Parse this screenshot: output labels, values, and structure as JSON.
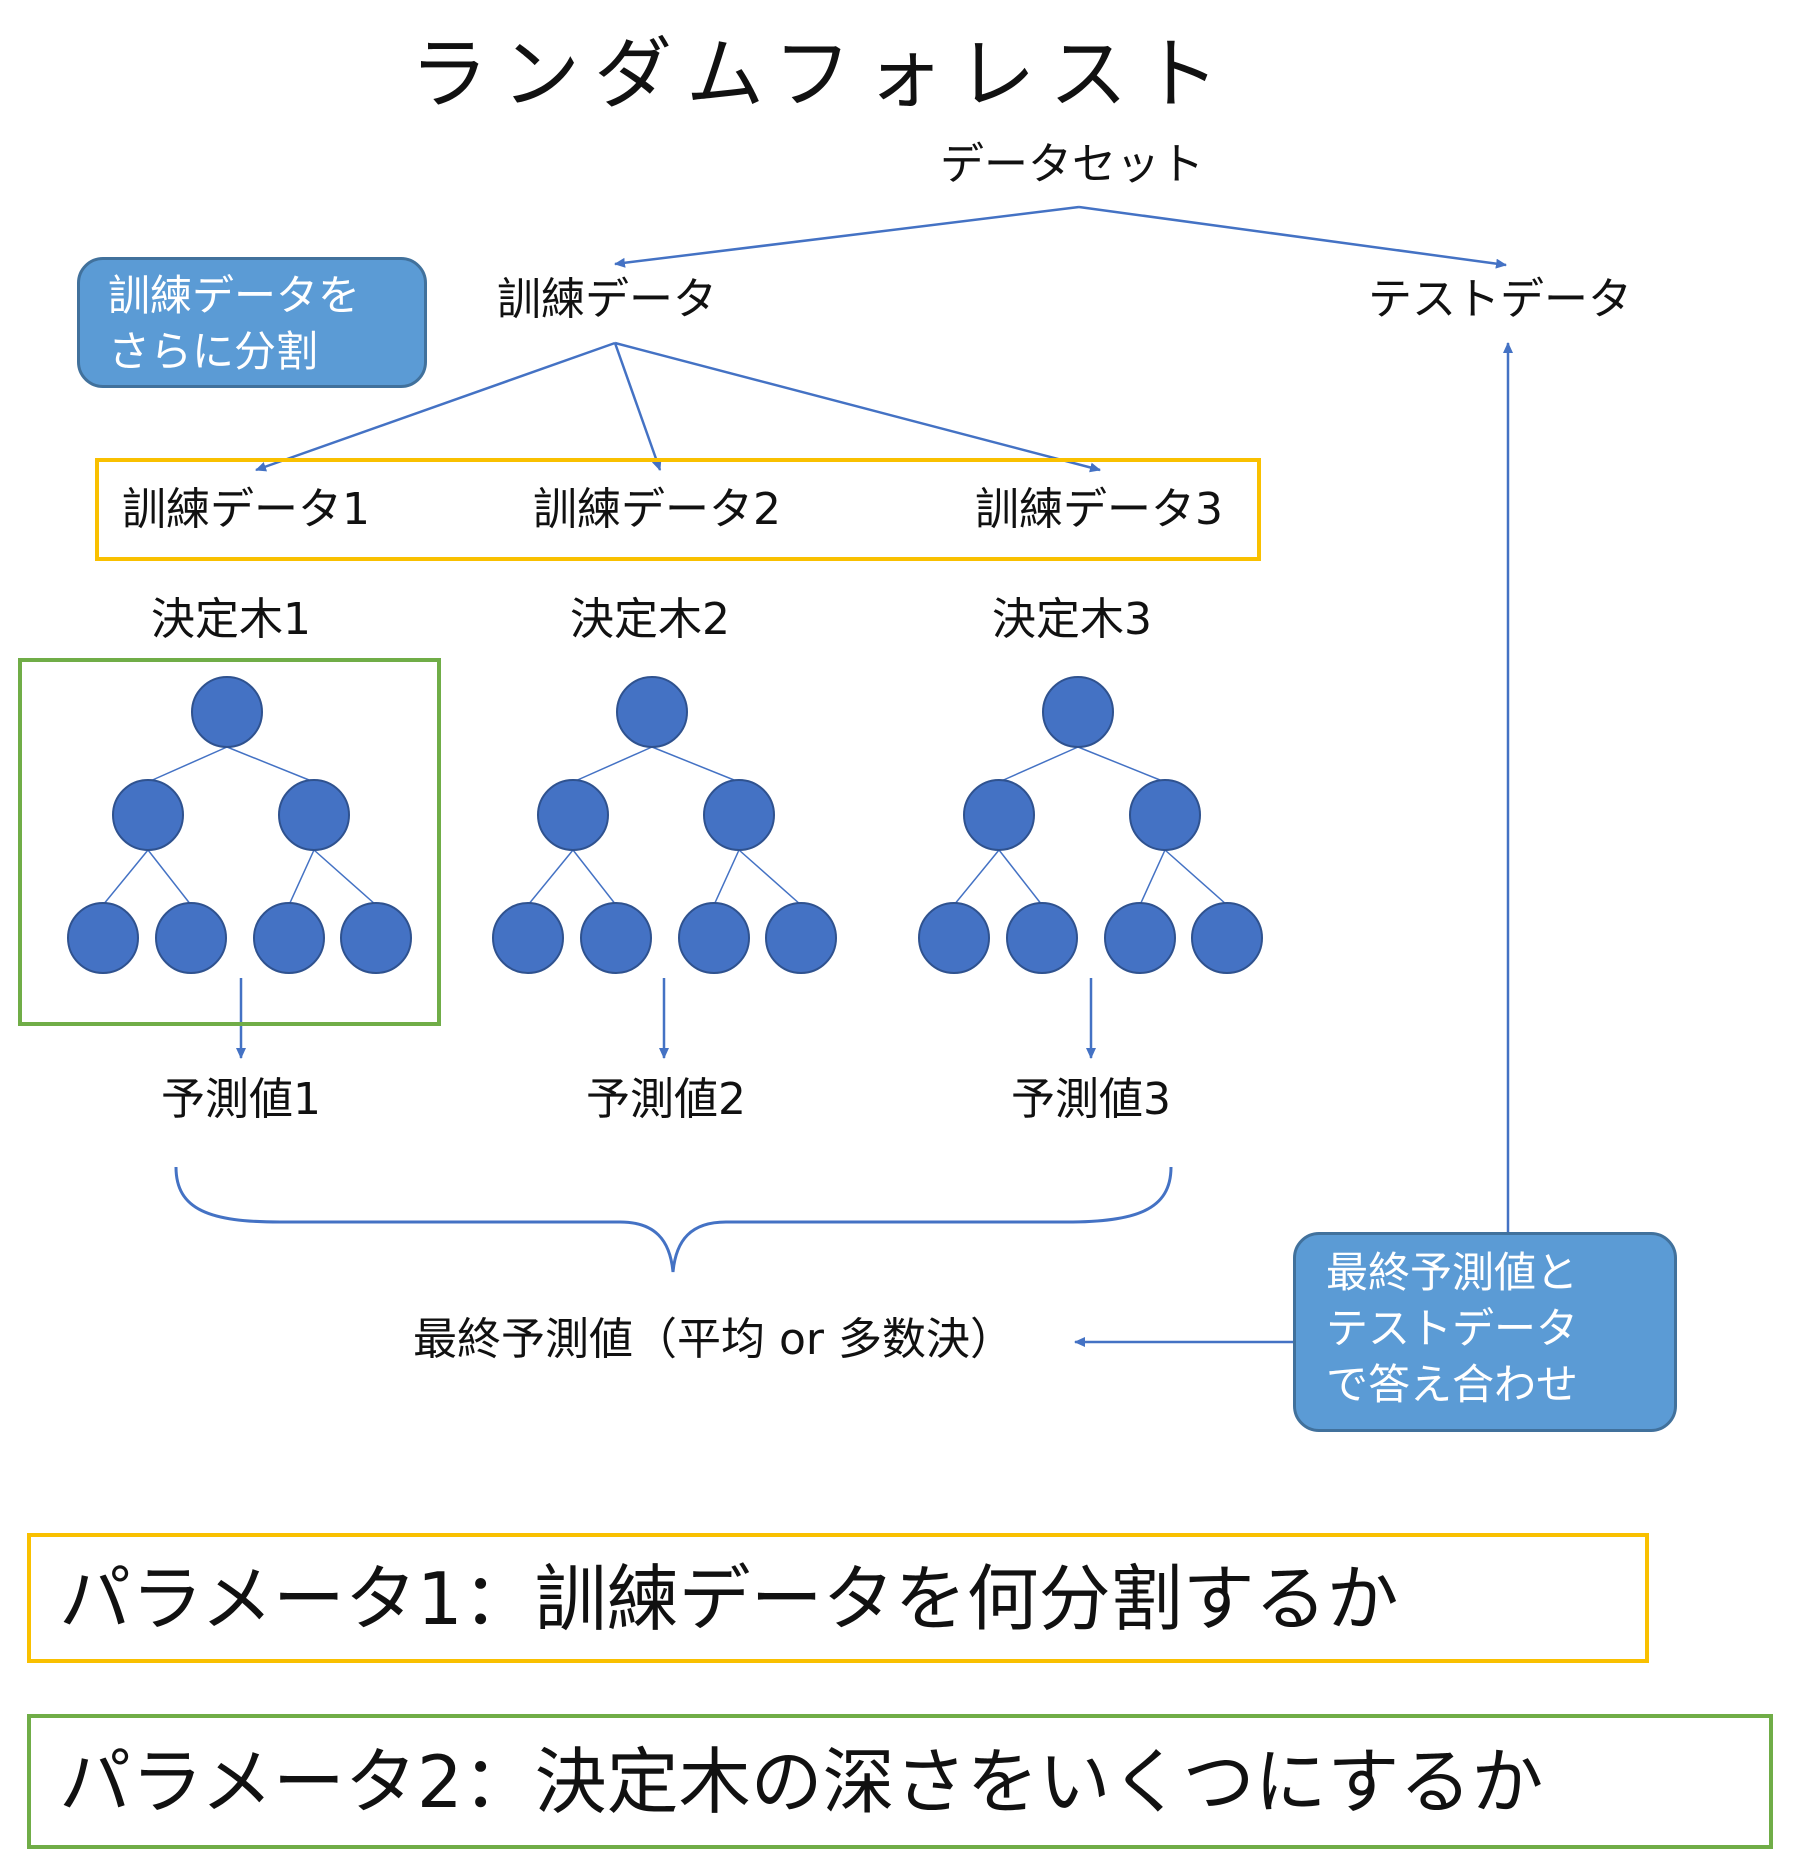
{
  "title": "ランダムフォレスト",
  "dataset": "データセット",
  "training_data": "訓練データ",
  "test_data": "テストデータ",
  "split_note": [
    "訓練データを",
    "さらに分割"
  ],
  "training_splits": [
    "訓練データ1",
    "訓練データ2",
    "訓練データ3"
  ],
  "trees": [
    "決定木1",
    "決定木2",
    "決定木3"
  ],
  "predictions": [
    "予測値1",
    "予測値2",
    "予測値3"
  ],
  "final_prediction": "最終予測値（平均 or 多数決）",
  "check_note": [
    "最終予測値と",
    "テストデータ",
    "で答え合わせ"
  ],
  "parameters": [
    "パラメータ1：訓練データを何分割するか",
    "パラメータ2：決定木の深さをいくつにするか"
  ],
  "colors": {
    "node_fill": "#4472c4",
    "edge": "#4472c4",
    "callout_fill": "#5b9bd5",
    "highlight_orange": "#f9c000",
    "highlight_green": "#70ad47"
  }
}
